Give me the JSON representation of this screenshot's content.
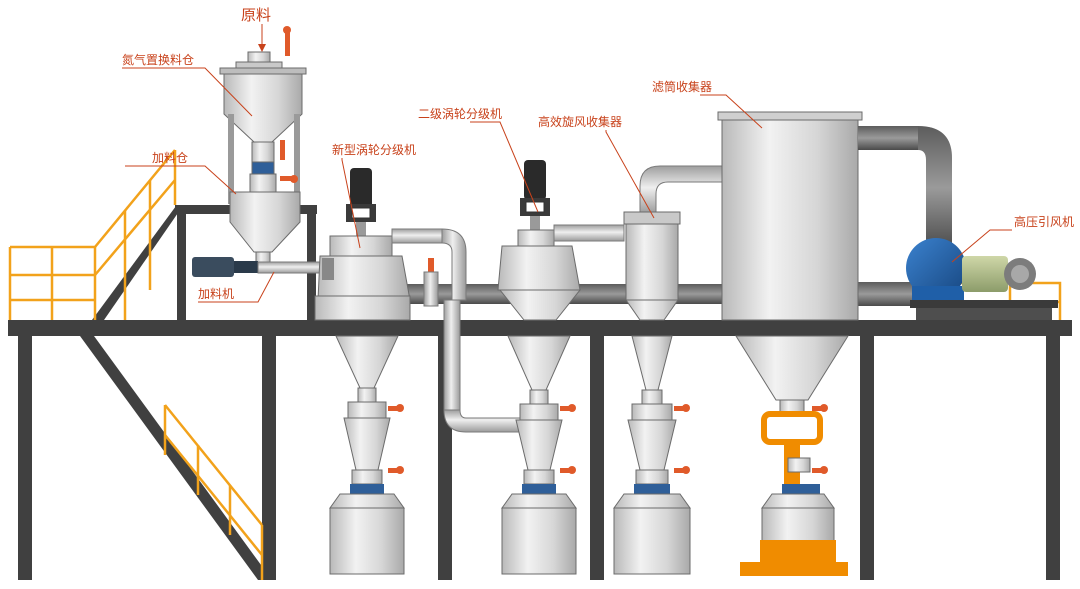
{
  "labels": {
    "raw_material": "原料",
    "nitrogen_bin": "氮气置换料仓",
    "feed_bin": "加料仓",
    "feeder": "加料机",
    "new_classifier": "新型涡轮分级机",
    "second_classifier": "二级涡轮分级机",
    "cyclone": "高效旋风收集器",
    "bag_filter": "滤筒收集器",
    "fan": "高压引风机"
  },
  "colors": {
    "label": "#c8421b",
    "frame": "#404040",
    "railing": "#f2a21b",
    "steel": "#d8d8d8",
    "valve": "#e05a2a",
    "fan_blue": "#1f5fa8",
    "motor": "#2a2a2a",
    "support": "#f08c00"
  }
}
